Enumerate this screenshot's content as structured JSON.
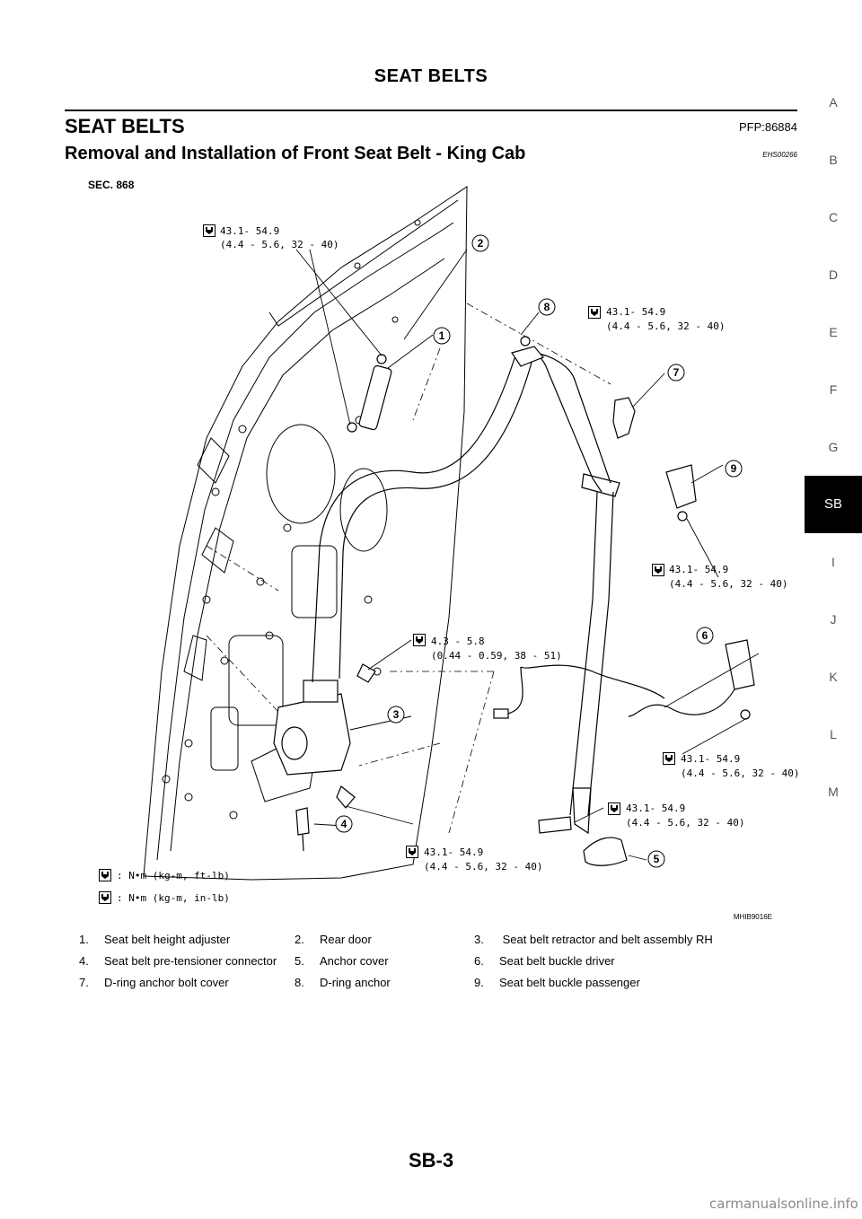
{
  "header": {
    "title": "SEAT BELTS"
  },
  "section": {
    "title": "SEAT BELTS",
    "pfp": "PFP:86884",
    "subtitle": "Removal and Installation of Front Seat Belt - King Cab",
    "code": "EHS00266"
  },
  "side_index": {
    "letters": [
      "A",
      "B",
      "C",
      "D",
      "E",
      "F",
      "G",
      "SB",
      "I",
      "J",
      "K",
      "L",
      "M"
    ],
    "active": "SB"
  },
  "figure": {
    "sec": "SEC. 868",
    "torques": [
      {
        "l1": "43.1- 54.9",
        "l2": "(4.4 - 5.6, 32 - 40)"
      },
      {
        "l1": "43.1- 54.9",
        "l2": "(4.4 - 5.6, 32 - 40)"
      },
      {
        "l1": "43.1- 54.9",
        "l2": "(4.4 - 5.6, 32 - 40)"
      },
      {
        "l1": "4.3 - 5.8",
        "l2": "(0.44 - 0.59, 38 - 51)"
      },
      {
        "l1": "43.1- 54.9",
        "l2": "(4.4 - 5.6, 32 - 40)"
      },
      {
        "l1": "43.1- 54.9",
        "l2": "(4.4 - 5.6, 32 - 40)"
      },
      {
        "l1": "43.1- 54.9",
        "l2": "(4.4 - 5.6, 32 - 40)"
      }
    ],
    "callouts": [
      "1",
      "2",
      "3",
      "4",
      "5",
      "6",
      "7",
      "8",
      "9"
    ],
    "key1": ": N•m (kg-m, ft-lb)",
    "key2": ": N•m (kg-m, in-lb)",
    "figure_id": "MHIB9016E"
  },
  "legend": {
    "rows": [
      [
        {
          "num": "1.",
          "text": "Seat belt height adjuster"
        },
        {
          "num": "2.",
          "text": "Rear door"
        },
        {
          "num": "3.",
          "text": " Seat belt retractor and belt assembly RH"
        }
      ],
      [
        {
          "num": "4.",
          "text": "Seat belt pre-tensioner connector"
        },
        {
          "num": "5.",
          "text": "Anchor cover"
        },
        {
          "num": "6.",
          "text": "Seat belt buckle driver"
        }
      ],
      [
        {
          "num": "7.",
          "text": "D-ring anchor bolt cover"
        },
        {
          "num": "8.",
          "text": "D-ring anchor"
        },
        {
          "num": "9.",
          "text": "Seat belt buckle passenger"
        }
      ]
    ]
  },
  "footer": {
    "page": "SB-3",
    "watermark": "carmanualsonline.info"
  }
}
